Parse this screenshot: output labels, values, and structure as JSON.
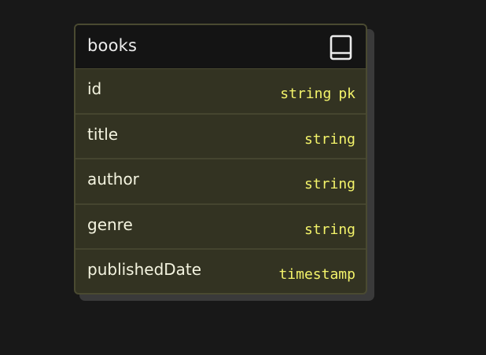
{
  "table": {
    "name": "books",
    "icon": "book-icon",
    "columns": [
      {
        "name": "id",
        "type": "string",
        "key": "pk"
      },
      {
        "name": "title",
        "type": "string",
        "key": ""
      },
      {
        "name": "author",
        "type": "string",
        "key": ""
      },
      {
        "name": "genre",
        "type": "string",
        "key": ""
      },
      {
        "name": "publishedDate",
        "type": "timestamp",
        "key": ""
      }
    ]
  },
  "colors": {
    "background": "#181818",
    "header": "#141414",
    "card": "#333322",
    "border": "#4a4a31",
    "type_text": "#f3f36a",
    "name_text": "#f4f4e0"
  }
}
